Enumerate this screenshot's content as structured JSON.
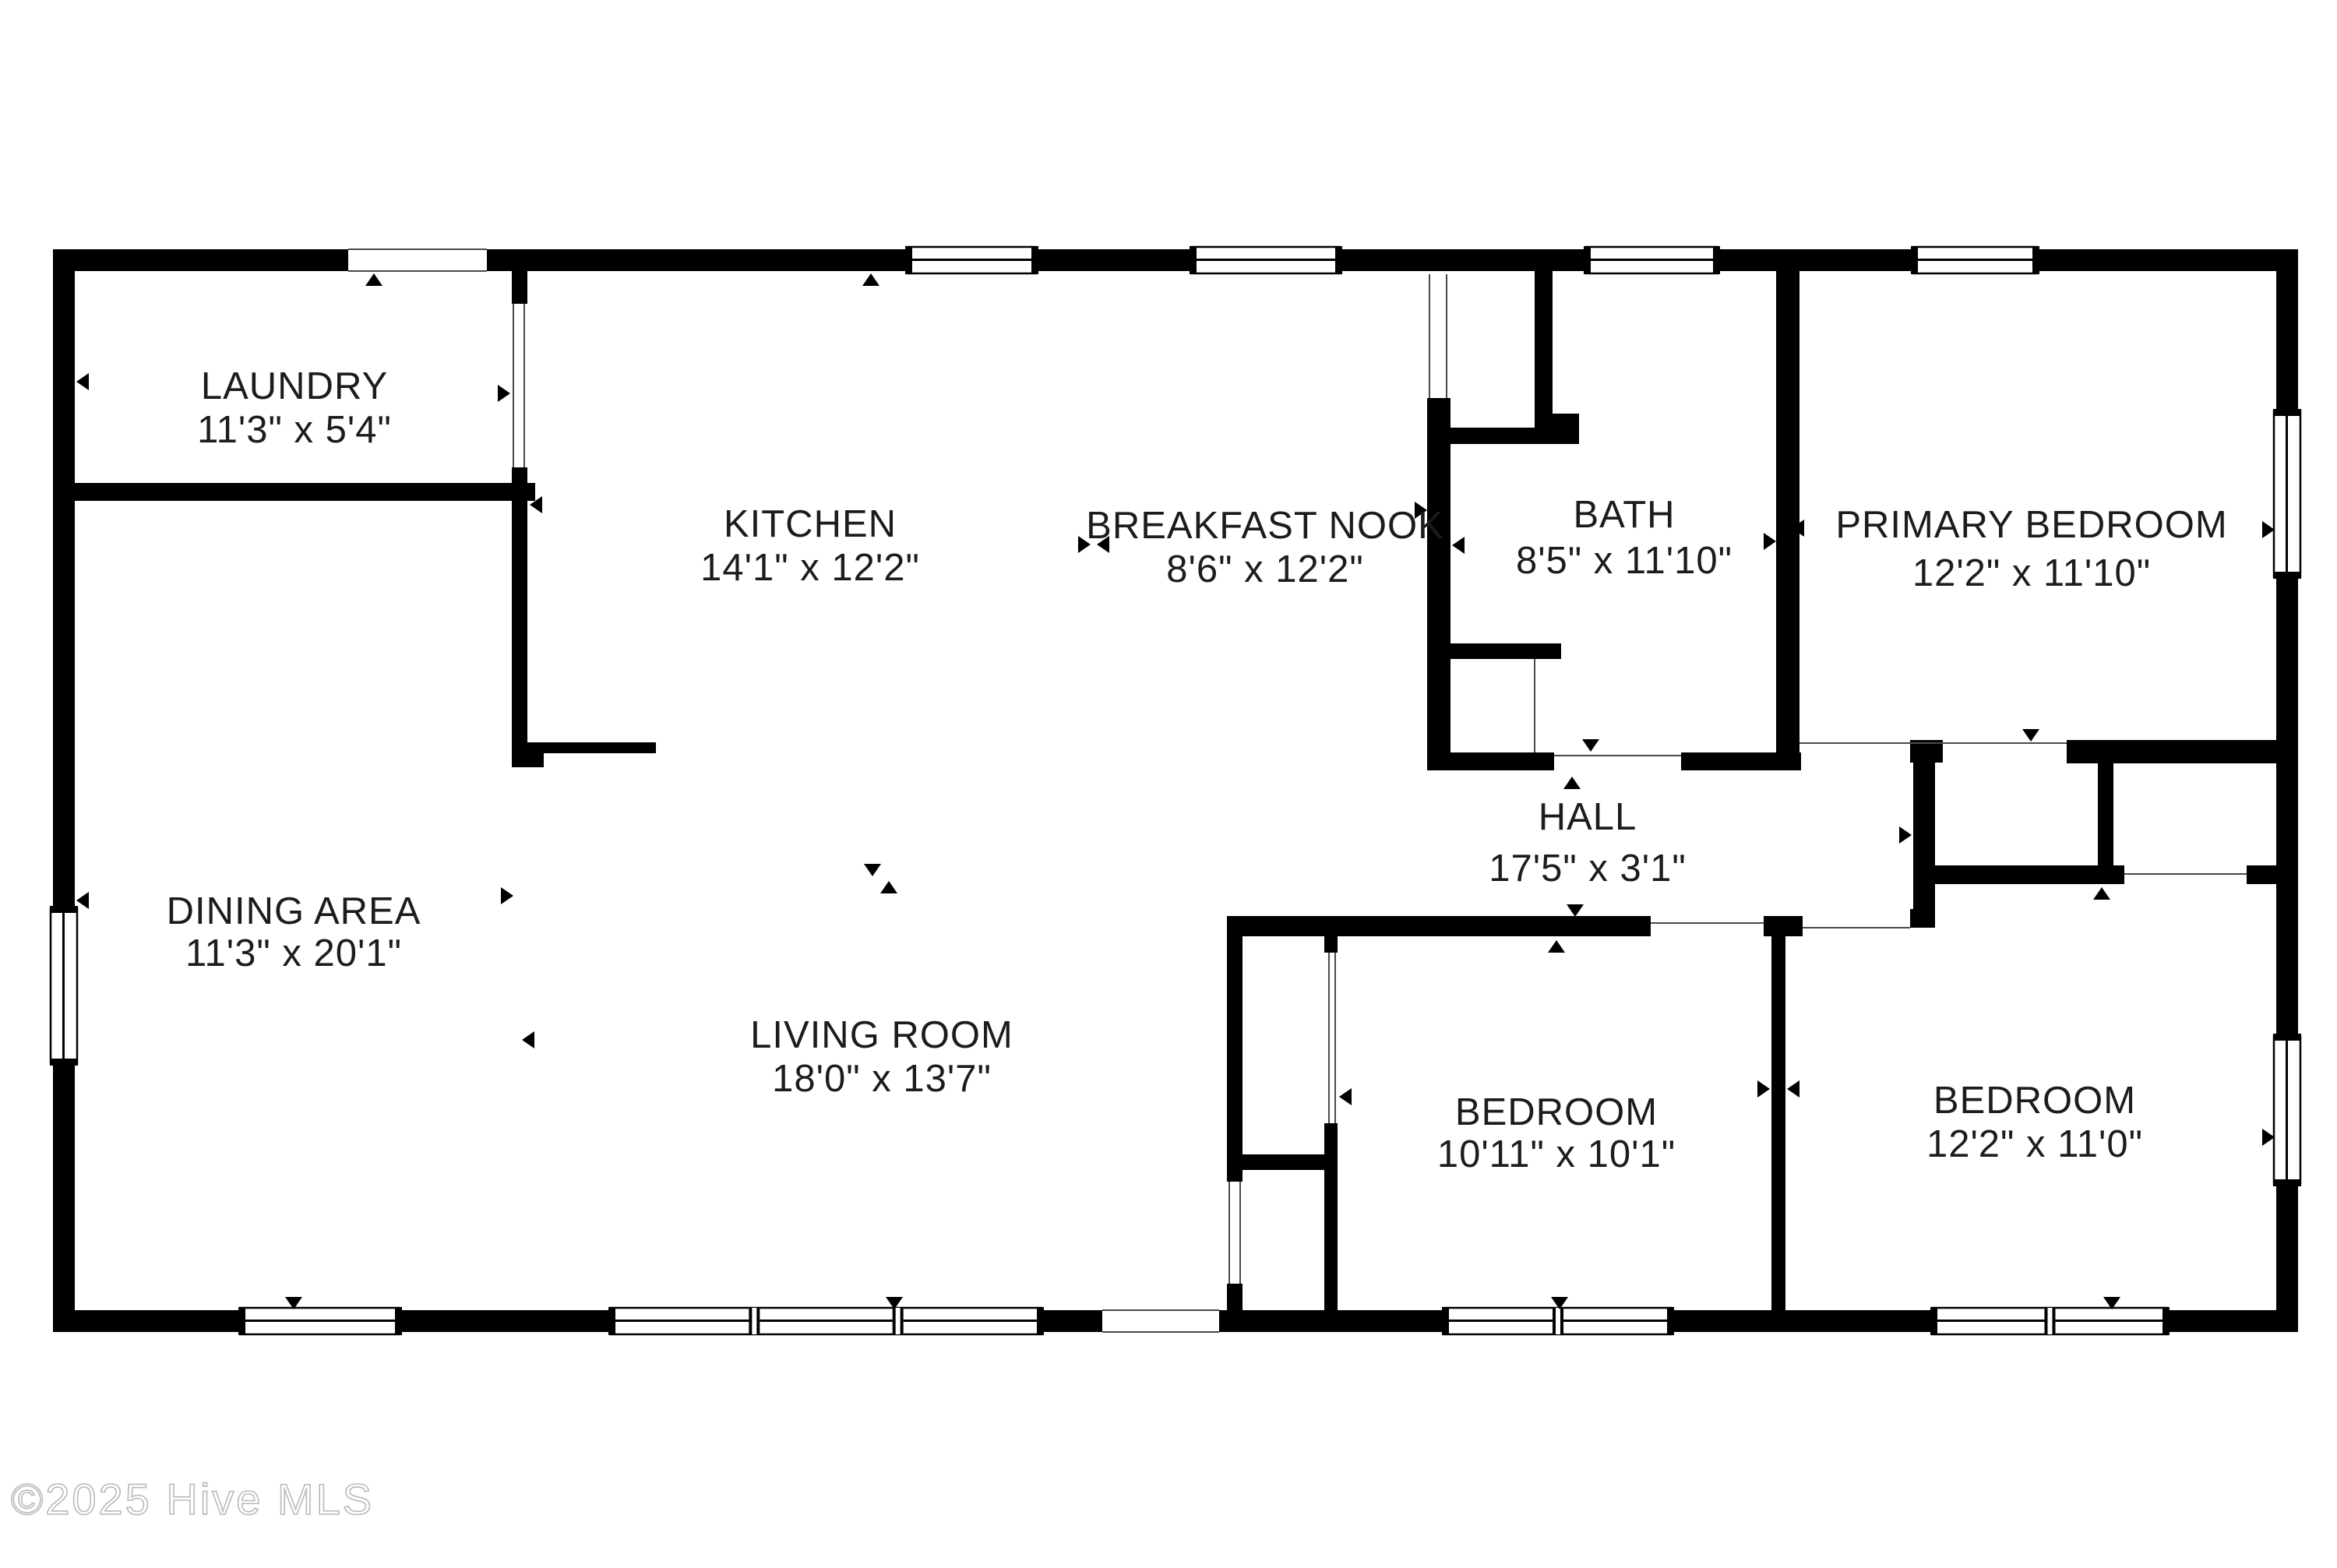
{
  "floor_plan": {
    "watermark": {
      "text": "©2025 Hive MLS",
      "color": "#b9b9b9"
    },
    "colors": {
      "background": "#ffffff",
      "walls": "#000000",
      "label_text": "#1c1c1c",
      "hairline": "#4a4a4a"
    },
    "rooms": [
      {
        "id": "laundry",
        "name": "LAUNDRY",
        "dims": "11'3\" x 5'4\""
      },
      {
        "id": "kitchen",
        "name": "KITCHEN",
        "dims": "14'1\" x 12'2\""
      },
      {
        "id": "breakfast-nook",
        "name": "BREAKFAST NOOK",
        "dims": "8'6\" x 12'2\""
      },
      {
        "id": "bath",
        "name": "BATH",
        "dims": "8'5\" x 11'10\""
      },
      {
        "id": "primary-bedroom",
        "name": "PRIMARY BEDROOM",
        "dims": "12'2\" x 11'10\""
      },
      {
        "id": "dining-area",
        "name": "DINING AREA",
        "dims": "11'3\" x 20'1\""
      },
      {
        "id": "living-room",
        "name": "LIVING ROOM",
        "dims": "18'0\" x 13'7\""
      },
      {
        "id": "hall",
        "name": "HALL",
        "dims": "17'5\" x 3'1\""
      },
      {
        "id": "bedroom-middle",
        "name": "BEDROOM",
        "dims": "10'11\" x 10'1\""
      },
      {
        "id": "bedroom-right",
        "name": "BEDROOM",
        "dims": "12'2\" x 11'0\""
      }
    ]
  }
}
